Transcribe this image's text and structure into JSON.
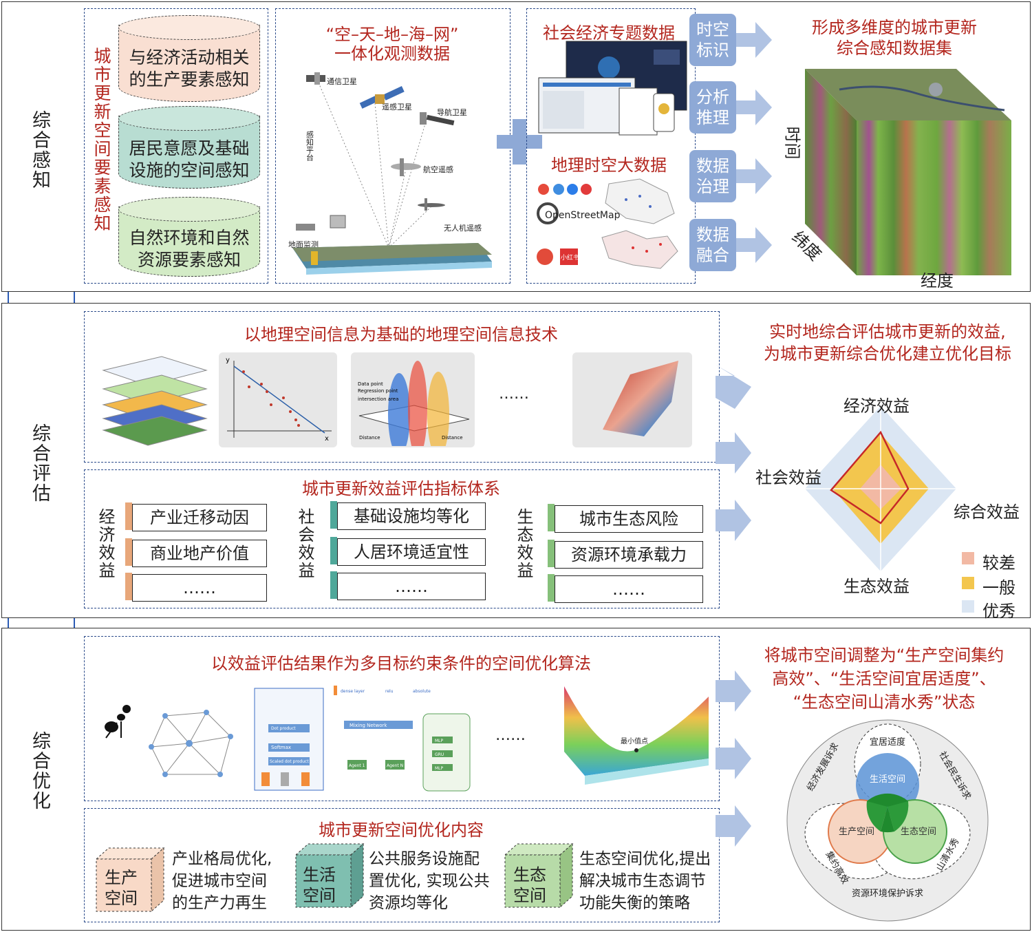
{
  "sections": {
    "perception": "综合感知",
    "assessment": "综合评估",
    "optimization": "综合优化"
  },
  "perception": {
    "vertical_title": "城市更新空间要素感知",
    "cylinders": [
      "与经济活动相关的生产要素感知",
      "居民意愿及基础设施的空间感知",
      "自然环境和自然资源要素感知"
    ],
    "obs_title_1": "“空–天–地–海–网”",
    "obs_title_2": "一体化观测数据",
    "satellite_labels": [
      "通信卫星",
      "遥感卫星",
      "导航卫星",
      "航空遥感",
      "无人机遥感",
      "地面监测",
      "感知平台"
    ],
    "socio_title": "社会经济专题数据",
    "geo_title": "地理时空大数据",
    "osm_text": "OpenStreetMap",
    "xhs_text": "小红书",
    "steps": [
      "时空标识",
      "分析推理",
      "数据治理",
      "数据融合"
    ],
    "result_title_1": "形成多维度的城市更新",
    "result_title_2": "综合感知数据集",
    "axis_time": "时间",
    "axis_lat": "纬度",
    "axis_lon": "经度"
  },
  "assessment": {
    "tech_title": "以地理空间信息为基础的地理空间信息技术",
    "ellipsis": "……",
    "scatter_axis_x": "x",
    "scatter_axis_y": "y",
    "peaks_legend": [
      "Data point",
      "Regression point",
      "intersection area"
    ],
    "peaks_axis": [
      "Distance",
      "Distance"
    ],
    "index_title": "城市更新效益评估指标体系",
    "groups": [
      {
        "label": "经济效益",
        "items": [
          "产业迁移动因",
          "商业地产价值",
          "……"
        ],
        "color": "#e8a77a"
      },
      {
        "label": "社会效益",
        "items": [
          "基础设施均等化",
          "人居环境适宜性",
          "……"
        ],
        "color": "#4fa89a"
      },
      {
        "label": "生态效益",
        "items": [
          "城市生态风险",
          "资源环境承载力",
          "……"
        ],
        "color": "#86c07a"
      }
    ],
    "goal_1": "实时地综合评估城市更新的效益,",
    "goal_2": "为城市更新综合优化建立优化目标",
    "radar_axes": [
      "经济效益",
      "社会效益",
      "综合效益",
      "生态效益"
    ],
    "legend": [
      {
        "label": "较差",
        "color": "#f2b9a4"
      },
      {
        "label": "一般",
        "color": "#f3c64e"
      },
      {
        "label": "优秀",
        "color": "#dbe6f3"
      }
    ]
  },
  "optimization": {
    "algo_title": "以效益评估结果作为多目标约束条件的空间优化算法",
    "ellipsis": "……",
    "net_labels": [
      "Mixing Network",
      "Agent 1",
      "Agent N",
      "Softmax",
      "Scaled dot product",
      "Dot product",
      "GRU",
      "MLP",
      "MLP",
      "dense layer",
      "relu",
      "absolute"
    ],
    "surface_label": "最小值点",
    "content_title": "城市更新空间优化内容",
    "cubes": [
      {
        "label": "生产空间",
        "desc": [
          "产业格局优化,",
          "促进城市空间",
          "的生产力再生"
        ],
        "color": "#f8d9c7"
      },
      {
        "label": "生活空间",
        "desc": [
          "公共服务设施配",
          "置优化, 实现公共",
          "资源均等化"
        ],
        "color": "#7fbfb0"
      },
      {
        "label": "生态空间",
        "desc": [
          "生态空间优化,提出",
          "解决城市生态调节",
          "功能失衡的策略"
        ],
        "color": "#b7dba8"
      }
    ],
    "goal_1": "将城市空间调整为“生产空间集约",
    "goal_2": "高效”、“生活空间宜居适度”、",
    "goal_3": "“生态空间山清水秀”状态",
    "venn": {
      "life": "生活空间",
      "prod": "生产空间",
      "eco": "生态空间",
      "suit": "宜居适度",
      "intensive": "集约高效",
      "beauty": "山清水秀",
      "econ_demand": "经济发展诉求",
      "social_demand": "社会民生诉求",
      "resource_demand": "资源环境保护诉求"
    }
  }
}
